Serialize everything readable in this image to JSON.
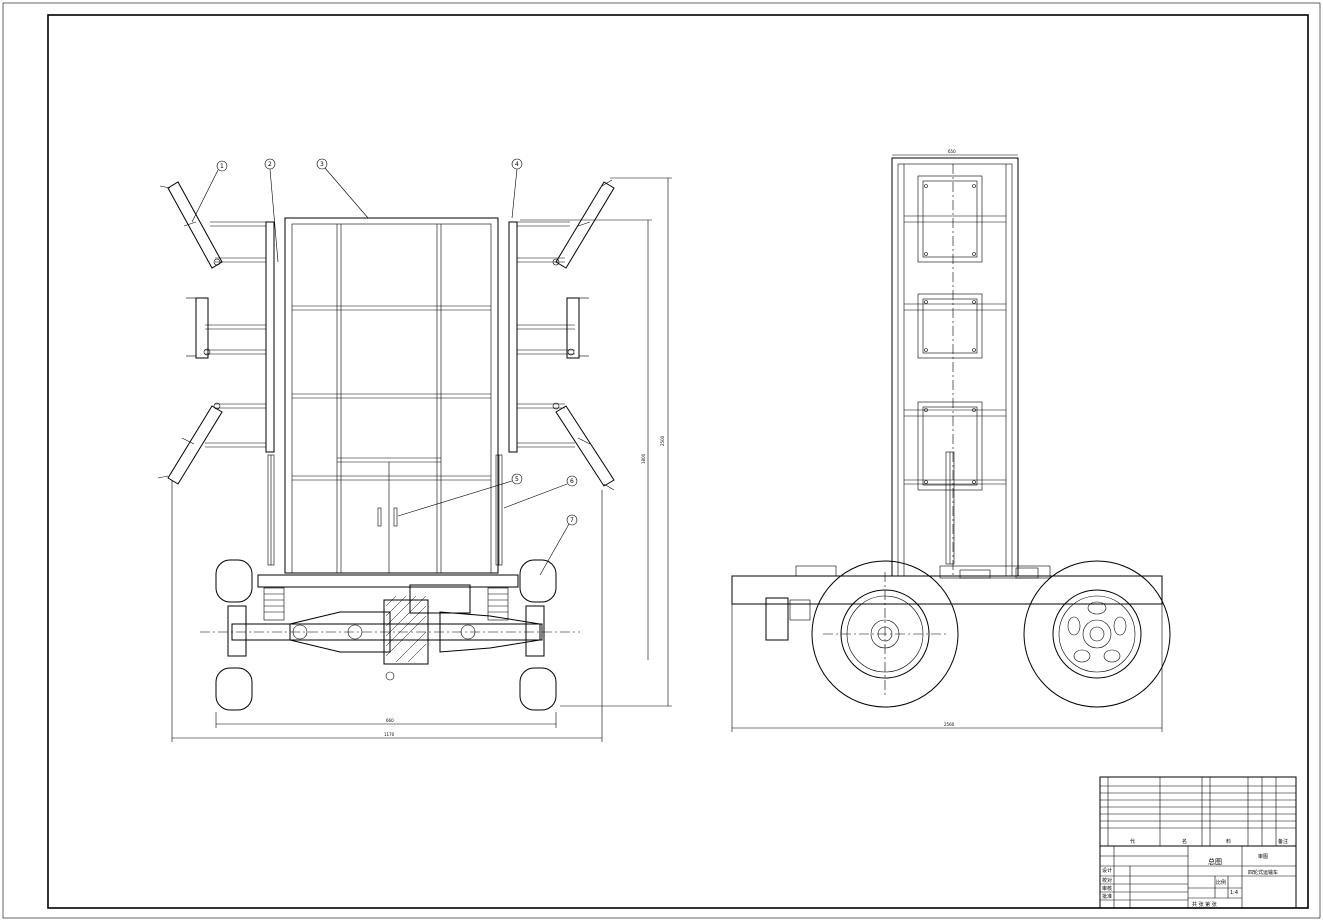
{
  "callouts": [
    "1",
    "2",
    "3",
    "4",
    "5",
    "6",
    "7"
  ],
  "dimensions": {
    "front_width_inner": "660",
    "front_width_outer": "1170",
    "front_height_right": "2500",
    "front_height_inner": "1800",
    "side_top_width": "650",
    "side_length": "2560"
  },
  "title_block": {
    "header_cells": [
      "代",
      "名",
      "料",
      "备注"
    ],
    "drawing_title": "总图",
    "sheet_label": "审图",
    "project_name": "四轮式运输车",
    "scale_label": "比例",
    "scale_value": "1:4",
    "row_labels": [
      "设计",
      "校对",
      "审核",
      "批准"
    ],
    "footer": "共 张 第 张"
  }
}
